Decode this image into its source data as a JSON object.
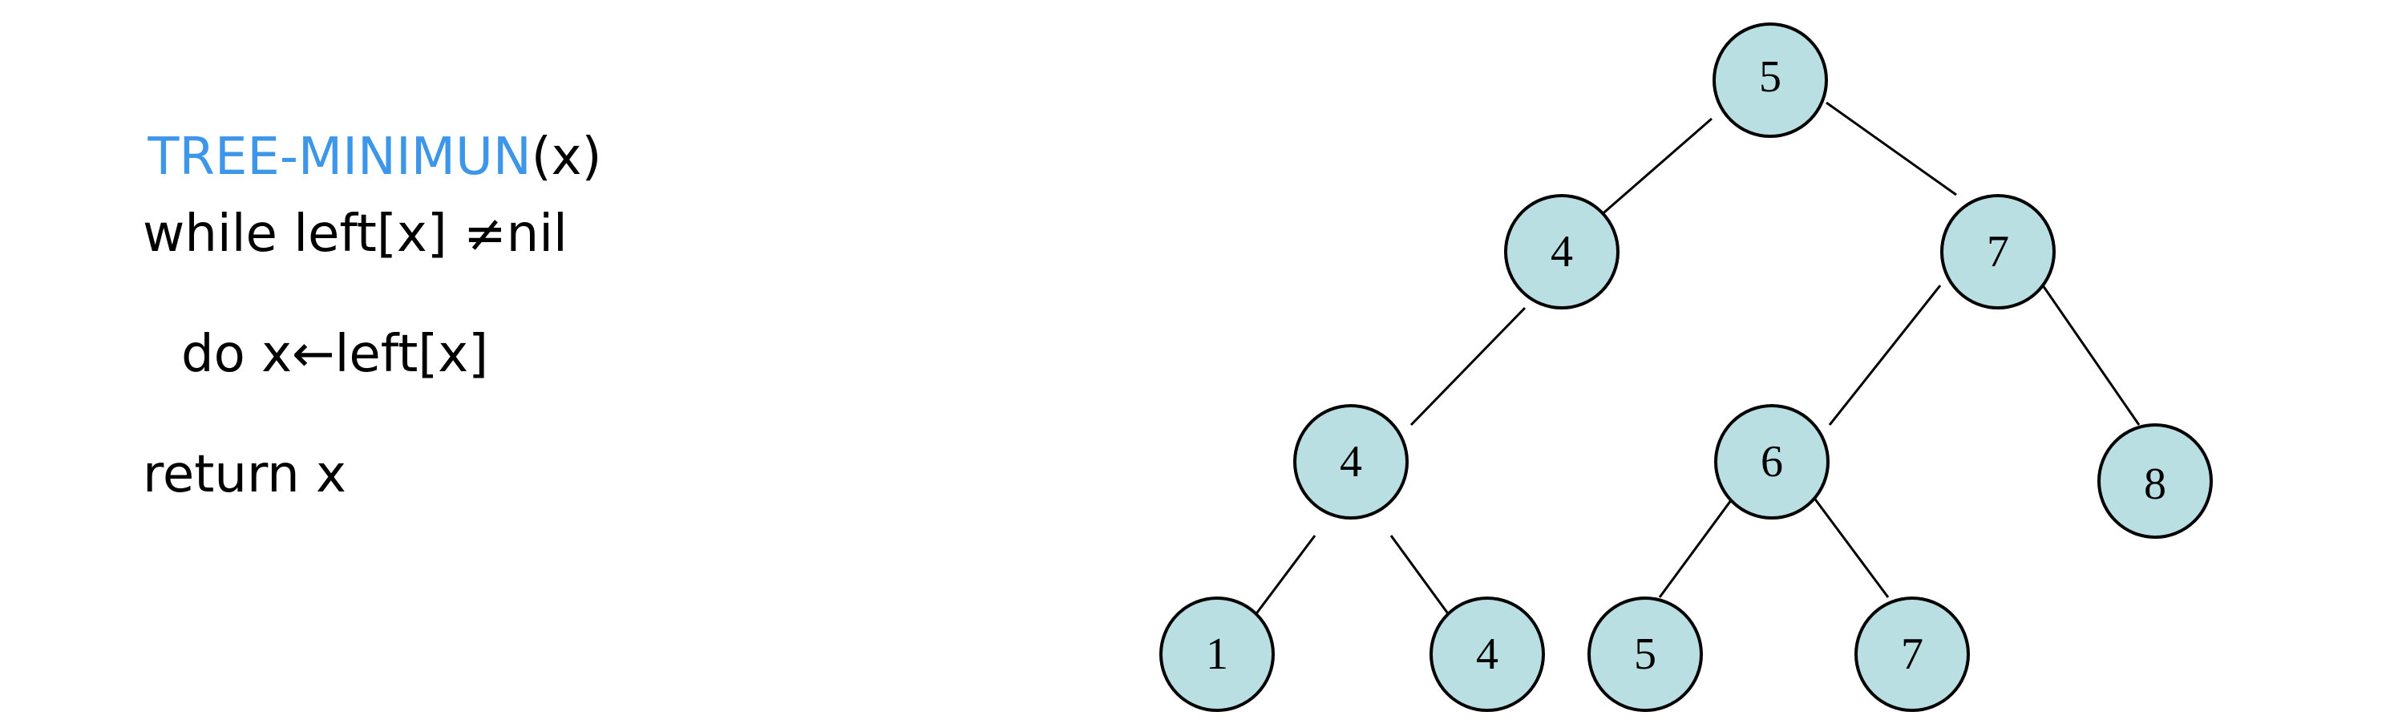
{
  "code": {
    "func_name": "TREE-MINIMUN",
    "func_args": "(x)",
    "line1": "while left[x] ≠nil",
    "line2": "do x←left[x]",
    "line3": "return x"
  },
  "colors": {
    "keyword": "#3d96e8",
    "node_fill": "#b9dfe3",
    "stroke": "#000000"
  },
  "tree": {
    "nodes": [
      {
        "id": "n-root",
        "label": "5"
      },
      {
        "id": "n-l",
        "label": "4"
      },
      {
        "id": "n-r",
        "label": "7"
      },
      {
        "id": "n-ll",
        "label": "4"
      },
      {
        "id": "n-rl",
        "label": "6"
      },
      {
        "id": "n-rr",
        "label": "8"
      },
      {
        "id": "n-lll",
        "label": "1"
      },
      {
        "id": "n-llr",
        "label": "4"
      },
      {
        "id": "n-rll",
        "label": "5"
      },
      {
        "id": "n-rlr",
        "label": "7"
      }
    ]
  }
}
